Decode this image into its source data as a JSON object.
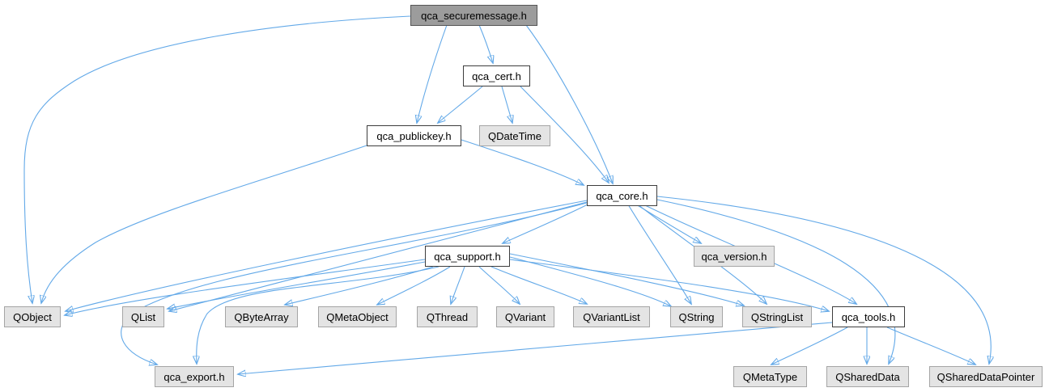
{
  "diagram": {
    "type": "include-dependency-graph",
    "root": "qca_securemessage.h",
    "colors": {
      "edge": "#63a9e8",
      "root_fill": "#9c9c9c",
      "root_border": "#555555",
      "internal_fill": "#ffffff",
      "internal_border": "#3d3d3d",
      "external_fill": "#e4e4e4",
      "external_border": "#a5a5a5",
      "text": "#000000"
    },
    "nodes": [
      {
        "id": "qca_securemessage.h",
        "label": "qca_securemessage.h",
        "kind": "root"
      },
      {
        "id": "qca_cert.h",
        "label": "qca_cert.h",
        "kind": "internal"
      },
      {
        "id": "qca_publickey.h",
        "label": "qca_publickey.h",
        "kind": "internal"
      },
      {
        "id": "QDateTime",
        "label": "QDateTime",
        "kind": "external"
      },
      {
        "id": "qca_core.h",
        "label": "qca_core.h",
        "kind": "internal"
      },
      {
        "id": "qca_support.h",
        "label": "qca_support.h",
        "kind": "internal"
      },
      {
        "id": "qca_version.h",
        "label": "qca_version.h",
        "kind": "external"
      },
      {
        "id": "QObject",
        "label": "QObject",
        "kind": "external"
      },
      {
        "id": "QList",
        "label": "QList",
        "kind": "external"
      },
      {
        "id": "QByteArray",
        "label": "QByteArray",
        "kind": "external"
      },
      {
        "id": "QMetaObject",
        "label": "QMetaObject",
        "kind": "external"
      },
      {
        "id": "QThread",
        "label": "QThread",
        "kind": "external"
      },
      {
        "id": "QVariant",
        "label": "QVariant",
        "kind": "external"
      },
      {
        "id": "QVariantList",
        "label": "QVariantList",
        "kind": "external"
      },
      {
        "id": "QString",
        "label": "QString",
        "kind": "external"
      },
      {
        "id": "QStringList",
        "label": "QStringList",
        "kind": "external"
      },
      {
        "id": "qca_tools.h",
        "label": "qca_tools.h",
        "kind": "internal"
      },
      {
        "id": "qca_export.h",
        "label": "qca_export.h",
        "kind": "external"
      },
      {
        "id": "QMetaType",
        "label": "QMetaType",
        "kind": "external"
      },
      {
        "id": "QSharedData",
        "label": "QSharedData",
        "kind": "external"
      },
      {
        "id": "QSharedDataPointer",
        "label": "QSharedDataPointer",
        "kind": "external"
      }
    ],
    "edges": [
      [
        "qca_securemessage.h",
        "qca_cert.h"
      ],
      [
        "qca_securemessage.h",
        "qca_publickey.h"
      ],
      [
        "qca_securemessage.h",
        "qca_core.h"
      ],
      [
        "qca_securemessage.h",
        "QObject"
      ],
      [
        "qca_cert.h",
        "qca_publickey.h"
      ],
      [
        "qca_cert.h",
        "QDateTime"
      ],
      [
        "qca_cert.h",
        "qca_core.h"
      ],
      [
        "qca_publickey.h",
        "qca_core.h"
      ],
      [
        "qca_publickey.h",
        "QObject"
      ],
      [
        "qca_core.h",
        "qca_support.h"
      ],
      [
        "qca_core.h",
        "qca_version.h"
      ],
      [
        "qca_core.h",
        "qca_tools.h"
      ],
      [
        "qca_core.h",
        "qca_export.h"
      ],
      [
        "qca_core.h",
        "QObject"
      ],
      [
        "qca_core.h",
        "QList"
      ],
      [
        "qca_core.h",
        "QString"
      ],
      [
        "qca_core.h",
        "QStringList"
      ],
      [
        "qca_core.h",
        "QSharedData"
      ],
      [
        "qca_core.h",
        "QSharedDataPointer"
      ],
      [
        "qca_support.h",
        "qca_export.h"
      ],
      [
        "qca_support.h",
        "qca_tools.h"
      ],
      [
        "qca_support.h",
        "QObject"
      ],
      [
        "qca_support.h",
        "QList"
      ],
      [
        "qca_support.h",
        "QByteArray"
      ],
      [
        "qca_support.h",
        "QMetaObject"
      ],
      [
        "qca_support.h",
        "QThread"
      ],
      [
        "qca_support.h",
        "QVariant"
      ],
      [
        "qca_support.h",
        "QVariantList"
      ],
      [
        "qca_support.h",
        "QString"
      ],
      [
        "qca_support.h",
        "QStringList"
      ],
      [
        "qca_tools.h",
        "qca_export.h"
      ],
      [
        "qca_tools.h",
        "QMetaType"
      ],
      [
        "qca_tools.h",
        "QSharedData"
      ],
      [
        "qca_tools.h",
        "QSharedDataPointer"
      ]
    ]
  }
}
